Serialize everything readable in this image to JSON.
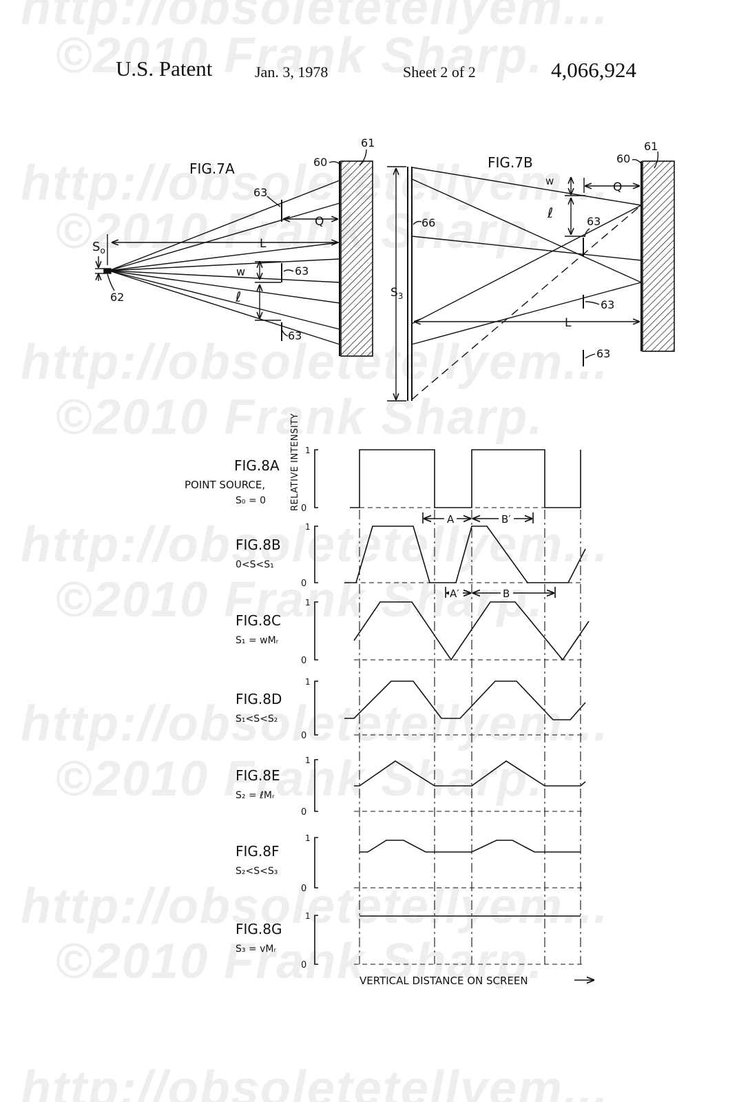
{
  "header": {
    "patent": "U.S. Patent",
    "date": "Jan. 3, 1978",
    "sheet": "Sheet 2 of 2",
    "number": "4,066,924"
  },
  "watermark": {
    "url": "http://obsoletetellyem...",
    "copyright": "©2010 Frank Sharp."
  },
  "fig7a": {
    "title": "FIG.7A",
    "ref_60": "60",
    "ref_61": "61",
    "ref_62": "62",
    "ref_63": "63",
    "label_s0": "S",
    "label_s0_sub": "o",
    "label_L": "L",
    "label_Q": "Q",
    "label_w": "w",
    "label_l": "ℓ"
  },
  "fig7b": {
    "title": "FIG.7B",
    "ref_60": "60",
    "ref_61": "61",
    "ref_63": "63",
    "ref_66": "66",
    "label_s3": "S",
    "label_s3_sub": "3",
    "label_L": "L",
    "label_Q": "Q",
    "label_w": "w",
    "label_l": "ℓ"
  },
  "fig8": {
    "ylabel": "RELATIVE INTENSITY",
    "xlabel": "VERTICAL DISTANCE ON SCREEN",
    "tick_one": "1",
    "tick_zero": "0",
    "dim_A": "A",
    "dim_A_prime": "A′",
    "dim_B": "B",
    "dim_B_prime": "B′",
    "panels": [
      {
        "title": "FIG.8A",
        "sub1": "POINT SOURCE,",
        "sub2": "S₀ = 0"
      },
      {
        "title": "FIG.8B",
        "sub1": "0<S<S₁",
        "sub2": ""
      },
      {
        "title": "FIG.8C",
        "sub1": "S₁ = wMᵣ",
        "sub2": ""
      },
      {
        "title": "FIG.8D",
        "sub1": "S₁<S<S₂",
        "sub2": ""
      },
      {
        "title": "FIG.8E",
        "sub1": "S₂ = ℓMᵣ",
        "sub2": ""
      },
      {
        "title": "FIG.8F",
        "sub1": "S₂<S<S₃",
        "sub2": ""
      },
      {
        "title": "FIG.8G",
        "sub1": "S₃ = vMᵣ",
        "sub2": ""
      }
    ]
  }
}
